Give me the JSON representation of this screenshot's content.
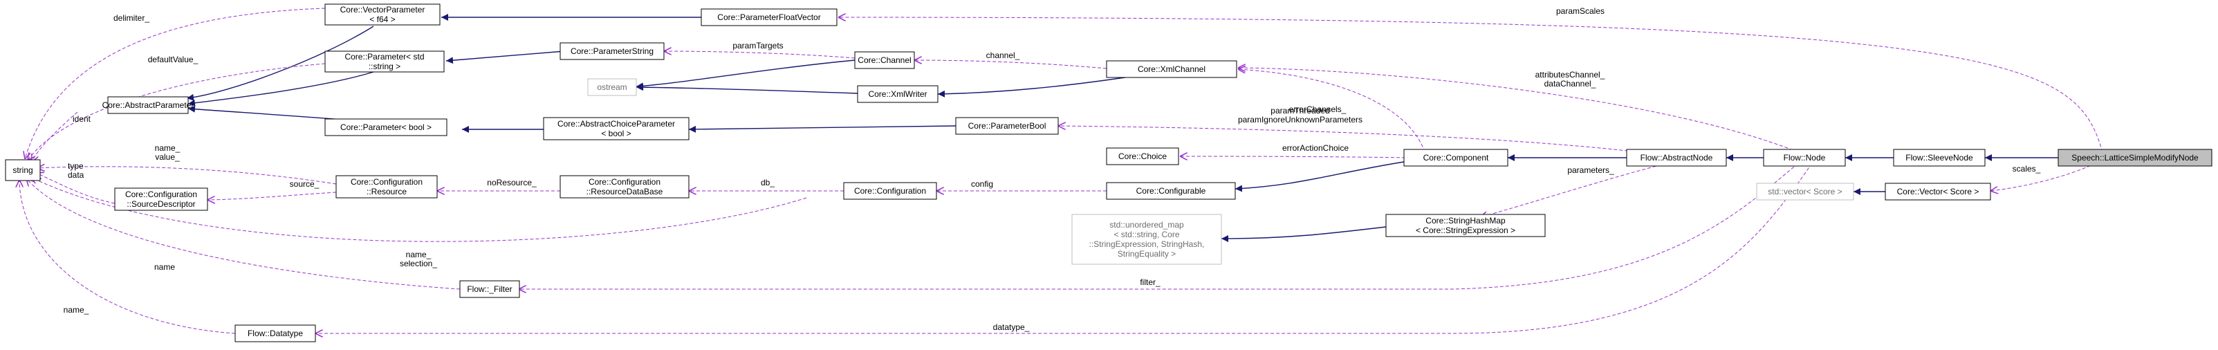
{
  "diagram": {
    "kind": "collaboration-graph",
    "colors": {
      "inheritance": "#191970",
      "usage": "#9a32cd",
      "highlight_fill": "#bfbfbf"
    },
    "nodes": {
      "string": [
        "string"
      ],
      "vparam": [
        "Core::VectorParameter",
        "< f64 >"
      ],
      "pstd": [
        "Core::Parameter< std",
        "::string >"
      ],
      "abstract": [
        "Core::AbstractParameter"
      ],
      "pbool": [
        "Core::Parameter< bool >"
      ],
      "crsrc": [
        "Core::Configuration",
        "::Resource"
      ],
      "csrcd": [
        "Core::Configuration",
        "::SourceDescriptor"
      ],
      "filter": [
        "Flow::_Filter"
      ],
      "datatype": [
        "Flow::Datatype"
      ],
      "pfloat": [
        "Core::ParameterFloatVector"
      ],
      "pstring": [
        "Core::ParameterString"
      ],
      "ostream": [
        "ostream"
      ],
      "achoice": [
        "Core::AbstractChoiceParameter",
        "< bool >"
      ],
      "resdb": [
        "Core::Configuration",
        "::ResourceDataBase"
      ],
      "channel": [
        "Core::Channel"
      ],
      "xmlwriter": [
        "Core::XmlWriter"
      ],
      "xmlchannel": [
        "Core::XmlChannel"
      ],
      "pboolp": [
        "Core::ParameterBool"
      ],
      "choice": [
        "Core::Choice"
      ],
      "config": [
        "Core::Configuration"
      ],
      "configurable": [
        "Core::Configurable"
      ],
      "umap": [
        "std::unordered_map",
        "< std::string, Core",
        "::StringExpression, StringHash,",
        "StringEquality >"
      ],
      "component": [
        "Core::Component"
      ],
      "shmap": [
        "Core::StringHashMap",
        "< Core::StringExpression >"
      ],
      "anode": [
        "Flow::AbstractNode"
      ],
      "fnode": [
        "Flow::Node"
      ],
      "svec": [
        "std::vector< Score >"
      ],
      "cvec": [
        "Core::Vector< Score >"
      ],
      "sleeve": [
        "Flow::SleeveNode"
      ],
      "lattice": [
        "Speech::LatticeSimpleModifyNode"
      ]
    },
    "edge_labels": {
      "delimiter": [
        "delimiter_"
      ],
      "defaultvalue": [
        "defaultValue_"
      ],
      "ident": [
        "ident"
      ],
      "namevalue": [
        "name_",
        "value_"
      ],
      "typedata": [
        "type",
        "data"
      ],
      "source": [
        "source_"
      ],
      "nameselection": [
        "name_",
        "selection_"
      ],
      "name": [
        "name"
      ],
      "name2": [
        "name_"
      ],
      "paramtargets": [
        "paramTargets"
      ],
      "channel": [
        "channel_"
      ],
      "errorchannels": [
        "errorChannels_"
      ],
      "paramthreaded": [
        "paramThreaded",
        "paramIgnoreUnknownParameters"
      ],
      "erroraction": [
        "errorActionChoice"
      ],
      "noresource": [
        "noResource_"
      ],
      "db": [
        "db_"
      ],
      "config": [
        "config"
      ],
      "parameters": [
        "parameters_"
      ],
      "attributes": [
        "attributesChannel_",
        "dataChannel_"
      ],
      "paramscales": [
        "paramScales"
      ],
      "scales": [
        "scales_"
      ],
      "filter": [
        "filter_"
      ],
      "datatype": [
        "datatype_"
      ]
    }
  }
}
